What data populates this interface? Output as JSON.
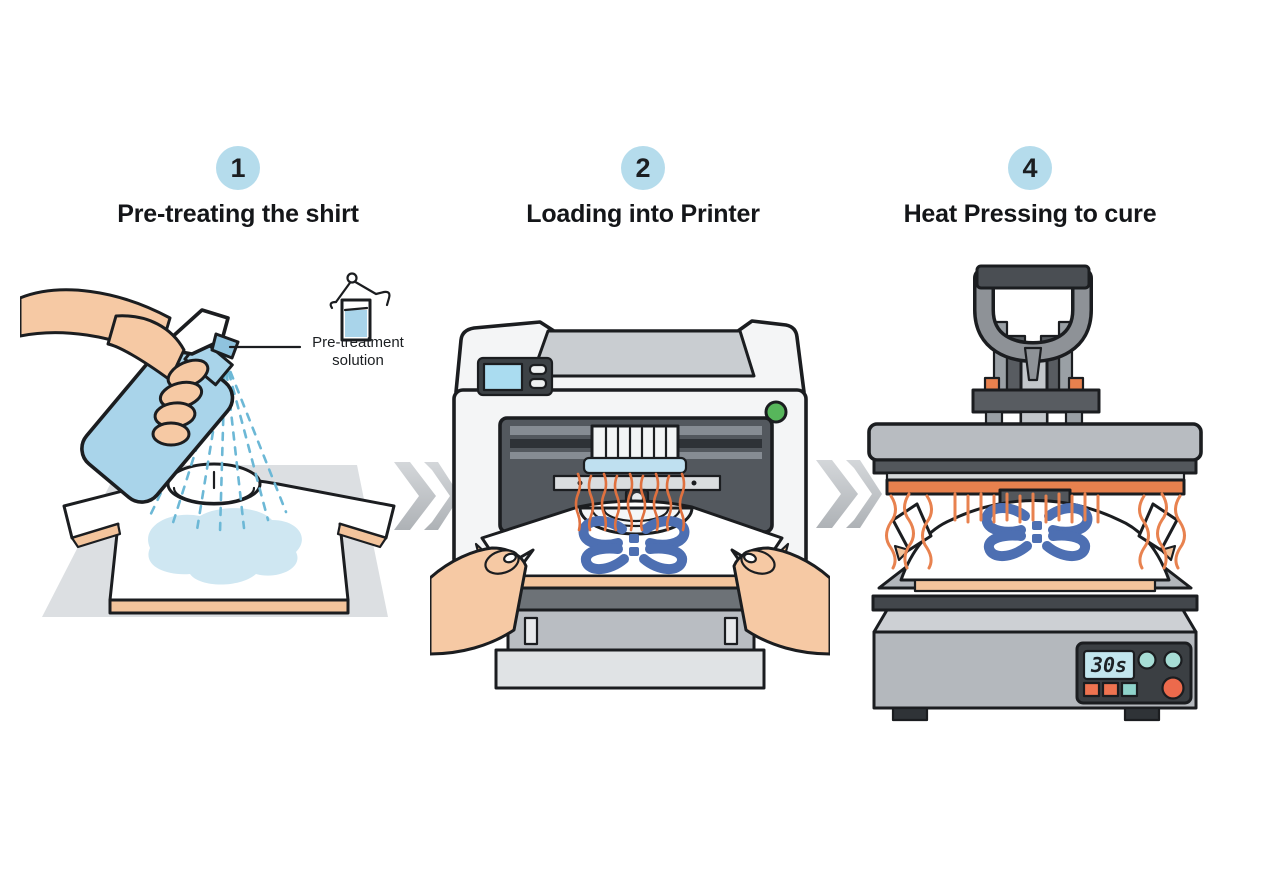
{
  "steps": [
    {
      "badge": "1",
      "title": "Pre-treating the shirt"
    },
    {
      "badge": "2",
      "title": "Loading into Printer"
    },
    {
      "badge": "4",
      "title": "Heat Pressing to cure"
    }
  ],
  "labels": {
    "pretreatment_solution": "Pre-treatment solution"
  },
  "heat_press": {
    "timer_display": "30s"
  },
  "icons": {
    "step_arrow": "double-chevron-right",
    "spray_bottle": "spray-bottle",
    "solution_cup": "solution-cup-with-hanger",
    "shirt_design": "blue-butterfly-logo"
  },
  "colors": {
    "badge_bg": "#b5dcec",
    "text": "#141619",
    "skin": "#f6c9a4",
    "bottle_blue": "#a9d4ea",
    "spray_blue": "#6cb8d6",
    "wet_spot": "#cfe7f2",
    "mat_gray": "#dcdfe2",
    "shirt_edge_peach": "#f3c49c",
    "butterfly_blue": "#4d6fb2",
    "ink_orange": "#e0713f",
    "printer_body": "#f4f5f6",
    "printer_inset": "#c9cdd1",
    "printer_opening": "#53585e",
    "power_green": "#57b65b",
    "press_gray": "#b8bcc1",
    "press_dark": "#53575c",
    "platen_orange": "#e8814e",
    "lcd_blue": "#c3e6ee",
    "button_teal": "#a7ded6",
    "button_red": "#ec6a4c",
    "arrow_gray": "#c2c6ca"
  }
}
